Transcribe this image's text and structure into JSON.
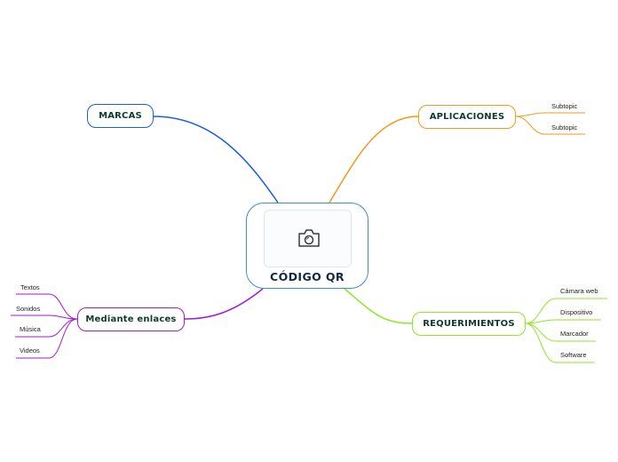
{
  "central": {
    "title": "CÓDIGO QR",
    "image_icon": "camera-icon"
  },
  "branches": {
    "marcas": {
      "label": "MARCAS",
      "color": "#1a5fdc"
    },
    "aplicaciones": {
      "label": "APLICACIONES",
      "color": "#f29a1e",
      "children": [
        "Subtopic",
        "Subtopic"
      ]
    },
    "requerimientos": {
      "label": "REQUERIMIENTOS",
      "color": "#8ee62a",
      "children": [
        "Cámara web",
        "Dispositivo",
        "Marcador",
        "Software"
      ]
    },
    "enlaces": {
      "label": "Mediante enlaces",
      "color": "#a11ed0",
      "children": [
        "Textos",
        "Sonidos",
        "Música",
        "Videos"
      ]
    }
  }
}
